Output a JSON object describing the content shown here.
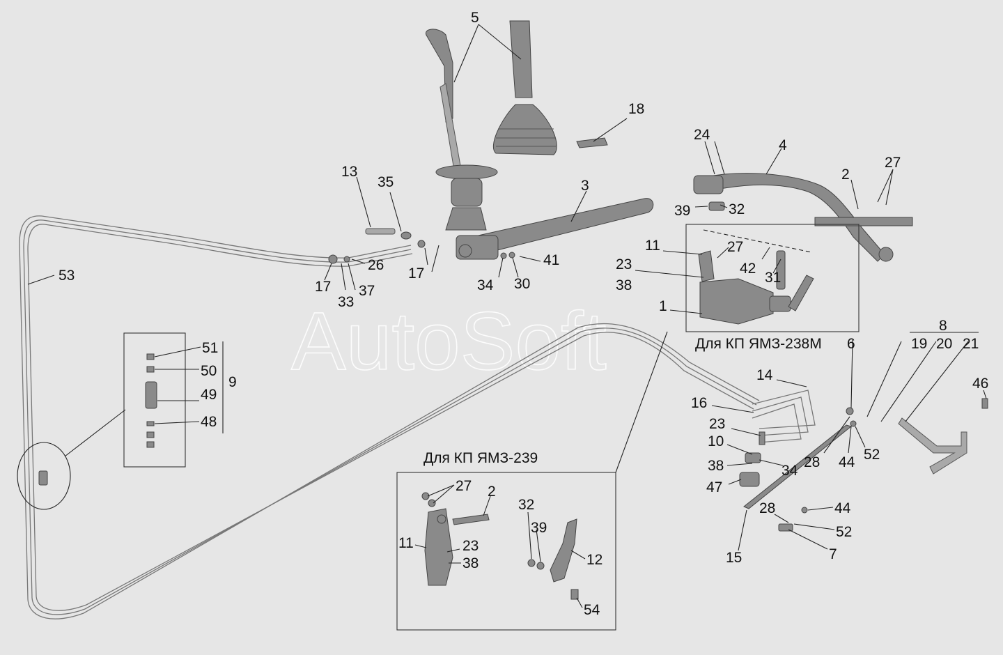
{
  "watermark": "AutoSoft",
  "captions": {
    "ymz238m": "Для  КП ЯМЗ-238М",
    "ymz239": "Для  КП ЯМЗ-239"
  },
  "labels": {
    "l5": "5",
    "l18": "18",
    "l24": "24",
    "l4": "4",
    "l27a": "27",
    "l2a": "2",
    "l3": "3",
    "l13": "13",
    "l35": "35",
    "l39a": "39",
    "l32a": "32",
    "l11a": "11",
    "l27b": "27",
    "l23a": "23",
    "l38a": "38",
    "l42": "42",
    "l31": "31",
    "l1": "1",
    "l53": "53",
    "l26": "26",
    "l17a": "17",
    "l33": "33",
    "l37": "37",
    "l17b": "17",
    "l34a": "34",
    "l30": "30",
    "l41": "41",
    "l8": "8",
    "l19": "19",
    "l20": "20",
    "l21": "21",
    "l6": "6",
    "l46": "46",
    "l14": "14",
    "l16": "16",
    "l23b": "23",
    "l10": "10",
    "l38b": "38",
    "l34b": "34",
    "l47": "47",
    "l28a": "28",
    "l44a": "44",
    "l52a": "52",
    "l28b": "28",
    "l44b": "44",
    "l52b": "52",
    "l7": "7",
    "l15": "15",
    "l51": "51",
    "l50": "50",
    "l49": "49",
    "l48": "48",
    "l9": "9",
    "l27c": "27",
    "l2b": "2",
    "l11b": "11",
    "l23c": "23",
    "l38c": "38",
    "l32b": "32",
    "l39b": "39",
    "l12": "12",
    "l54": "54"
  }
}
